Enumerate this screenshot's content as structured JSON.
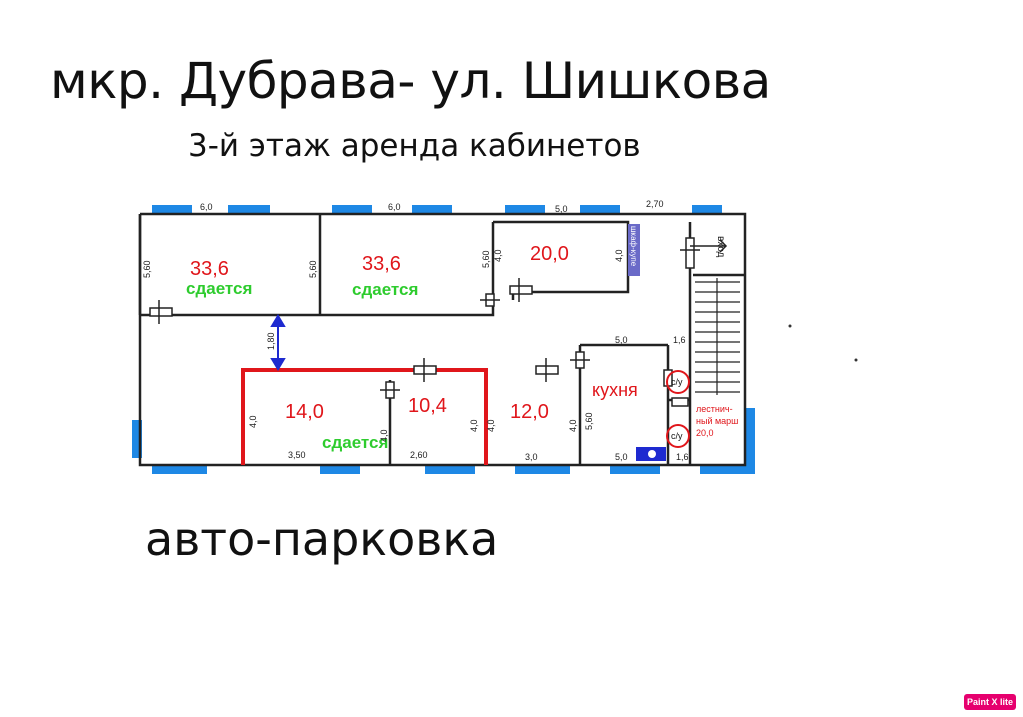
{
  "header": {
    "title": "мкр. Дубрава- ул. Шишкова",
    "subtitle": "3-й этаж аренда  кабинетов"
  },
  "rooms": [
    {
      "area": "33,6",
      "status": "сдается"
    },
    {
      "area": "33,6",
      "status": "сдается"
    },
    {
      "area": "20,0",
      "status": ""
    },
    {
      "area": "14,0",
      "status": ""
    },
    {
      "area": "10,4",
      "status": "сдается"
    },
    {
      "area": "12,0",
      "status": ""
    }
  ],
  "labels": {
    "kitchen": "кухня",
    "wardrobe": "шкаф-купе",
    "entrance": "вход",
    "toilet": "с/у",
    "stair_line1": "лестнич-",
    "stair_line2": "ный марш",
    "stair_area": "20,0"
  },
  "dimensions": {
    "top": [
      "6,0",
      "6,0",
      "5,0",
      "2,70"
    ],
    "room1_side": "5,60",
    "room2_left": "5,60",
    "room3_left": "5,60",
    "room3_inner": "4,0",
    "room3_right": "4,0",
    "corridor": "1,80",
    "kitchen_top": "5,0",
    "kitchen_top_right": "1,6",
    "bottom": [
      "3,50",
      "2,60",
      "3,0",
      "5,0",
      "1,6"
    ],
    "lower_heights": [
      "4,0",
      "4,0",
      "4,0",
      "4,0",
      "4,0",
      "5,60"
    ]
  },
  "footer": {
    "parking": "авто-парковка",
    "badge": "Paint X lite"
  },
  "colors": {
    "window": "#1e88e5",
    "area_text": "#e0161b",
    "status_text": "#2ecc2e",
    "highlight": "#e0161b",
    "wall": "#222222",
    "arrow": "#1e2ad0"
  }
}
